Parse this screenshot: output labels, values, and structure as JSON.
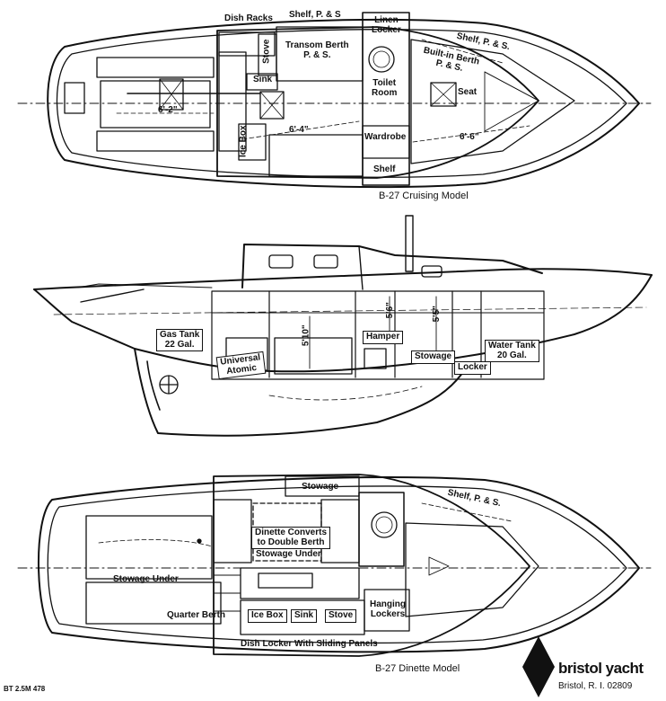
{
  "cruising_plan": {
    "caption": "B-27 Cruising Model",
    "labels": {
      "dish_racks": "Dish Racks",
      "shelf_ps_top": "Shelf, P. & S",
      "linen": "Linen\nLocker",
      "shelf_ps_fwd": "Shelf, P. & S.",
      "stove": "Stove",
      "transom": "Transom Berth\nP. & S.",
      "built_in": "Built-in Berth\nP. & S.",
      "sink": "Sink",
      "toilet": "Toilet\nRoom",
      "seat": "Seat",
      "ice_box": "Ice Box",
      "dim_62": "6'-2\"",
      "dim_64": "6'-4\"",
      "wardrobe": "Wardrobe",
      "dim_66": "6'-6\"",
      "shelf": "Shelf"
    }
  },
  "profile": {
    "labels": {
      "gas_tank": "Gas Tank\n22 Gal.",
      "universal": "Universal\nAtomic",
      "dim_510": "5'10\"",
      "dim_56": "5'6\"",
      "dim_55": "5'5\"",
      "hamper": "Hamper",
      "stowage": "Stowage",
      "locker": "Locker",
      "water_tank": "Water Tank\n20 Gal."
    }
  },
  "dinette_plan": {
    "caption": "B-27 Dinette Model",
    "labels": {
      "stowage_top": "Stowage",
      "shelf_ps": "Shelf, P. & S.",
      "dinette": "Dinette Converts\nto Double Berth",
      "stowage_under_mid": "Stowage Under",
      "stowage_under_left": "Stowage Under",
      "quarter_berth": "Quarter Berth",
      "ice_box": "Ice Box",
      "sink": "Sink",
      "stove": "Stove",
      "hanging": "Hanging\nLockers",
      "dish_locker": "Dish Locker With Sliding Panels"
    }
  },
  "footer": {
    "brand": "bristol yacht",
    "address": "Bristol, R. I. 02809",
    "print_code": "BT 2.5M 478"
  }
}
